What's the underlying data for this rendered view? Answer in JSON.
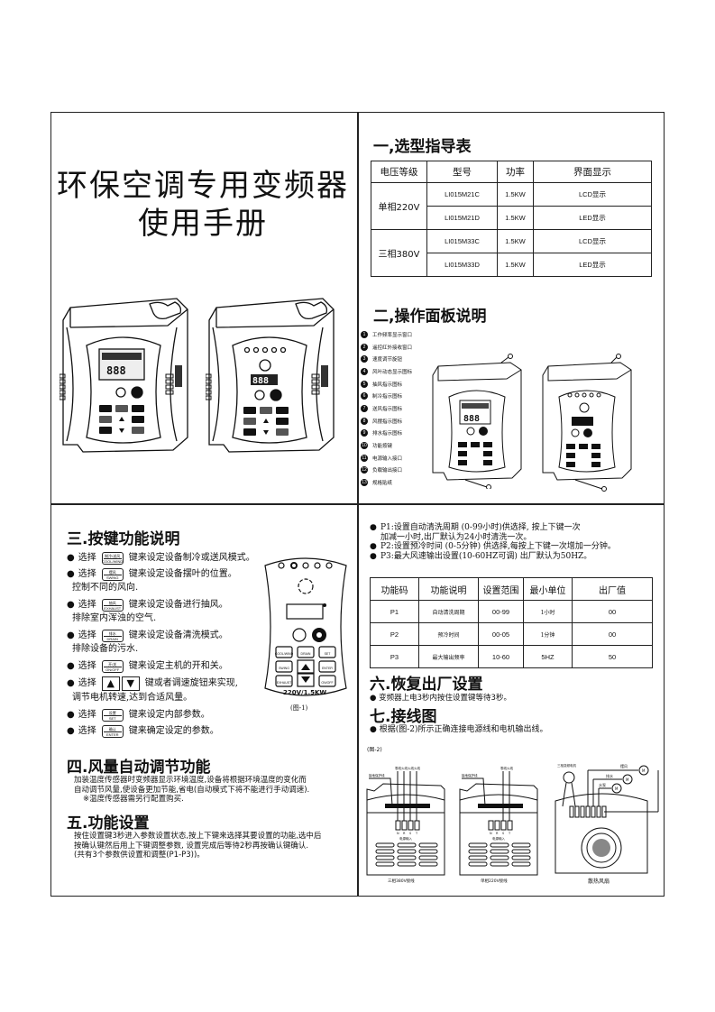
{
  "cover": {
    "title_line1": "环保空调专用变频器",
    "title_line2": "使用手册"
  },
  "section1": {
    "heading": "一,选型指导表",
    "table": {
      "headers": [
        "电压等级",
        "型号",
        "功率",
        "界面显示"
      ],
      "groups": [
        {
          "voltage": "单相220V",
          "rows": [
            {
              "model": "LI015M21C",
              "power": "1.5KW",
              "display": "LCD显示"
            },
            {
              "model": "LI015M21D",
              "power": "1.5KW",
              "display": "LED显示"
            }
          ]
        },
        {
          "voltage": "三相380V",
          "rows": [
            {
              "model": "LI015M33C",
              "power": "1.5KW",
              "display": "LCD显示"
            },
            {
              "model": "LI015M33D",
              "power": "1.5KW",
              "display": "LED显示"
            }
          ]
        }
      ]
    }
  },
  "section2": {
    "heading": "二,操作面板说明",
    "legend": [
      {
        "num": "1",
        "label": "工作频率显示窗口"
      },
      {
        "num": "2",
        "label": "遥控红外接收窗口"
      },
      {
        "num": "3",
        "label": "速度调节旋钮"
      },
      {
        "num": "4",
        "label": "风叶动态显示图标"
      },
      {
        "num": "5",
        "label": "抽风指示图标"
      },
      {
        "num": "6",
        "label": "制冷指示图标"
      },
      {
        "num": "7",
        "label": "送风指示图标"
      },
      {
        "num": "8",
        "label": "风摆指示图标"
      },
      {
        "num": "9",
        "label": "排水指示图标"
      },
      {
        "num": "10",
        "label": "功能按键"
      },
      {
        "num": "11",
        "label": "电源输入接口"
      },
      {
        "num": "12",
        "label": "负载输出接口"
      },
      {
        "num": "13",
        "label": "规格贴纸"
      }
    ]
  },
  "section3": {
    "heading": "三.按键功能说明",
    "items": [
      {
        "prefix": "选择",
        "key_top": "制冷/送风",
        "key_bottom": "COOL/WIND",
        "text": "键来设定设备制冷或送风模式。",
        "cont": ""
      },
      {
        "prefix": "选择",
        "key_top": "摆风",
        "key_bottom": "SWING",
        "text": "键来设定设备摆叶的位置。",
        "cont": "控制不同的风向."
      },
      {
        "prefix": "选择",
        "key_top": "抽风",
        "key_bottom": "EXHAUST",
        "text": "键来设定设备进行抽风。",
        "cont": "排除室内浑浊的空气."
      },
      {
        "prefix": "选择",
        "key_top": "排水",
        "key_bottom": "DRAIN",
        "text": "键来设定设备清洗模式。",
        "cont": "排除设备的污水."
      },
      {
        "prefix": "选择",
        "key_top": "开/关",
        "key_bottom": "ON/OFF",
        "text": "键来设定主机的开和关。",
        "cont": ""
      },
      {
        "prefix": "选择",
        "key_top": "▲",
        "key_bottom": "▼",
        "text": "键或者调速旋钮来实现,",
        "cont": "调节电机转速,达到合适风量。"
      },
      {
        "prefix": "选择",
        "key_top": "设置",
        "key_bottom": "SET",
        "text": "键来设定内部参数。",
        "cont": ""
      },
      {
        "prefix": "选择",
        "key_top": "确认",
        "key_bottom": "ENTER",
        "text": "键来确定设定的参数。",
        "cont": ""
      }
    ],
    "figure": {
      "rating": "220V/1.5KW",
      "caption": "(图-1)",
      "buttons": [
        {
          "top": "制冷/送风",
          "bottom": "COOL/WIND"
        },
        {
          "top": "排水",
          "bottom": "DRAIN"
        },
        {
          "top": "设置",
          "bottom": "SET"
        },
        {
          "top": "摆风",
          "bottom": "SWING"
        },
        {
          "top": "确认",
          "bottom": "ENTER"
        },
        {
          "top": "抽风",
          "bottom": "EXHAUST"
        },
        {
          "top": "开/关",
          "bottom": "ON/OFF"
        }
      ]
    }
  },
  "section4": {
    "heading": "四.风量自动调节功能",
    "line1": "加装温度传感器时变频器显示环境温度,设备将根据环境温度的变化而",
    "line2": "自动调节风量,使设备更加节能,省电(自动模式下将不能进行手动调速).",
    "line3": "※温度传感器需另行配置购买."
  },
  "section5": {
    "heading": "五.功能设置",
    "line1": "按住设置键3秒进入参数设置状态,按上下键来选择其要设置的功能,选中后",
    "line2": "按确认键然后用上下键调整参数, 设置完成后等待2秒再按确认键确认.",
    "line3": "(共有3个参数供设置和调整(P1-P3))。"
  },
  "params": {
    "notes": [
      {
        "line1": "P1:设置自动清洗周期 (0-99小时)供选择, 按上下键一次",
        "line2": "加减一小时,出厂默认为24小时清洗一次。"
      },
      {
        "line1": "P2:设置预冷时间 (0-5分钟) 供选择,每按上下键一次增加一分钟。",
        "line2": ""
      },
      {
        "line1": "P3:最大风速输出设置(10-60HZ可调) 出厂默认为50HZ。",
        "line2": ""
      }
    ],
    "table": {
      "headers": [
        "功能码",
        "功能说明",
        "设置范围",
        "最小单位",
        "出厂值"
      ],
      "rows": [
        [
          "P1",
          "自动清洗周期",
          "00-99",
          "1小时",
          "00"
        ],
        [
          "P2",
          "预冷时间",
          "00-05",
          "1分钟",
          "00"
        ],
        [
          "P3",
          "最大输出频率",
          "10-60",
          "5HZ",
          "50"
        ]
      ]
    }
  },
  "section6": {
    "heading": "六.恢复出厂设置",
    "text": "变频器上电3秒内按住设置键等待3秒。"
  },
  "section7": {
    "heading": "七.接线图",
    "text": "根据(图-2)所示正确连接电源线和电机输出线。",
    "figure_label": "(图-2)",
    "diagram": {
      "left_caption": "三相380V接线",
      "middle_caption": "单相220V接线",
      "right_caption": "散热风扇",
      "ground_label": "接地保护线",
      "wire_labels_3ph": [
        "零线",
        "火线",
        "火线",
        "火线"
      ],
      "wire_labels_1ph": [
        "零线",
        "火线"
      ],
      "terminals": [
        "N",
        "R",
        "S",
        "T"
      ],
      "terminal_caption": "电源输入",
      "motor_main": "三相变频电机",
      "motor_swing": "摆风",
      "motor_drain": "排水",
      "motor_pump": "水泵",
      "motor_symbol": "M"
    }
  }
}
